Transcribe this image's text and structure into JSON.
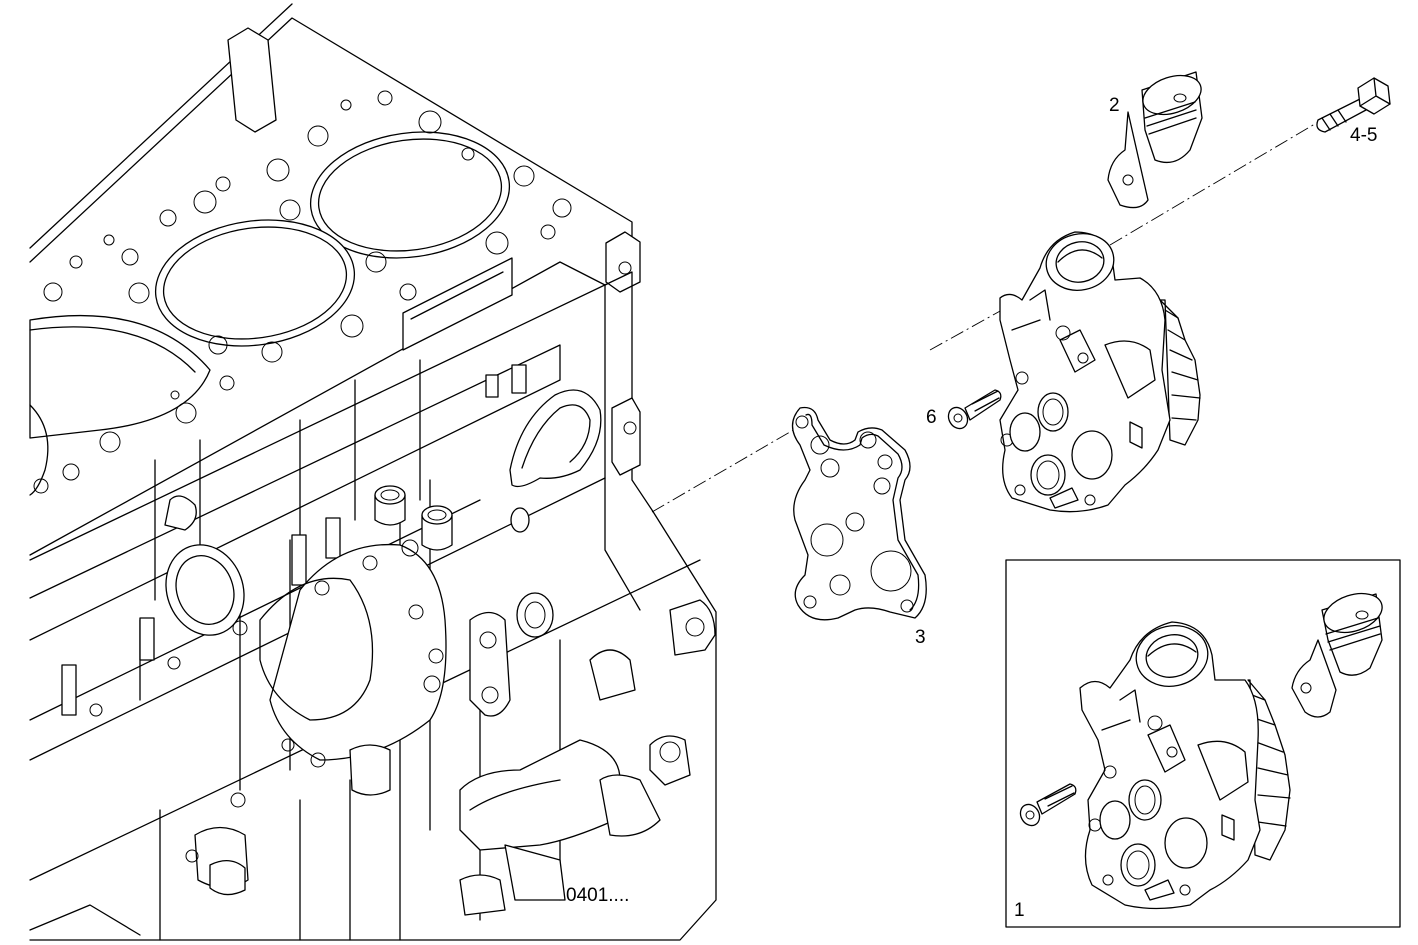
{
  "callouts": {
    "kit_pump_assembly": "1",
    "plug": "2",
    "gasket": "3",
    "bolt_upper": "4-5",
    "screw": "6"
  },
  "drawing_code": "0401....",
  "colors": {
    "line": "#000000",
    "background": "#ffffff"
  }
}
